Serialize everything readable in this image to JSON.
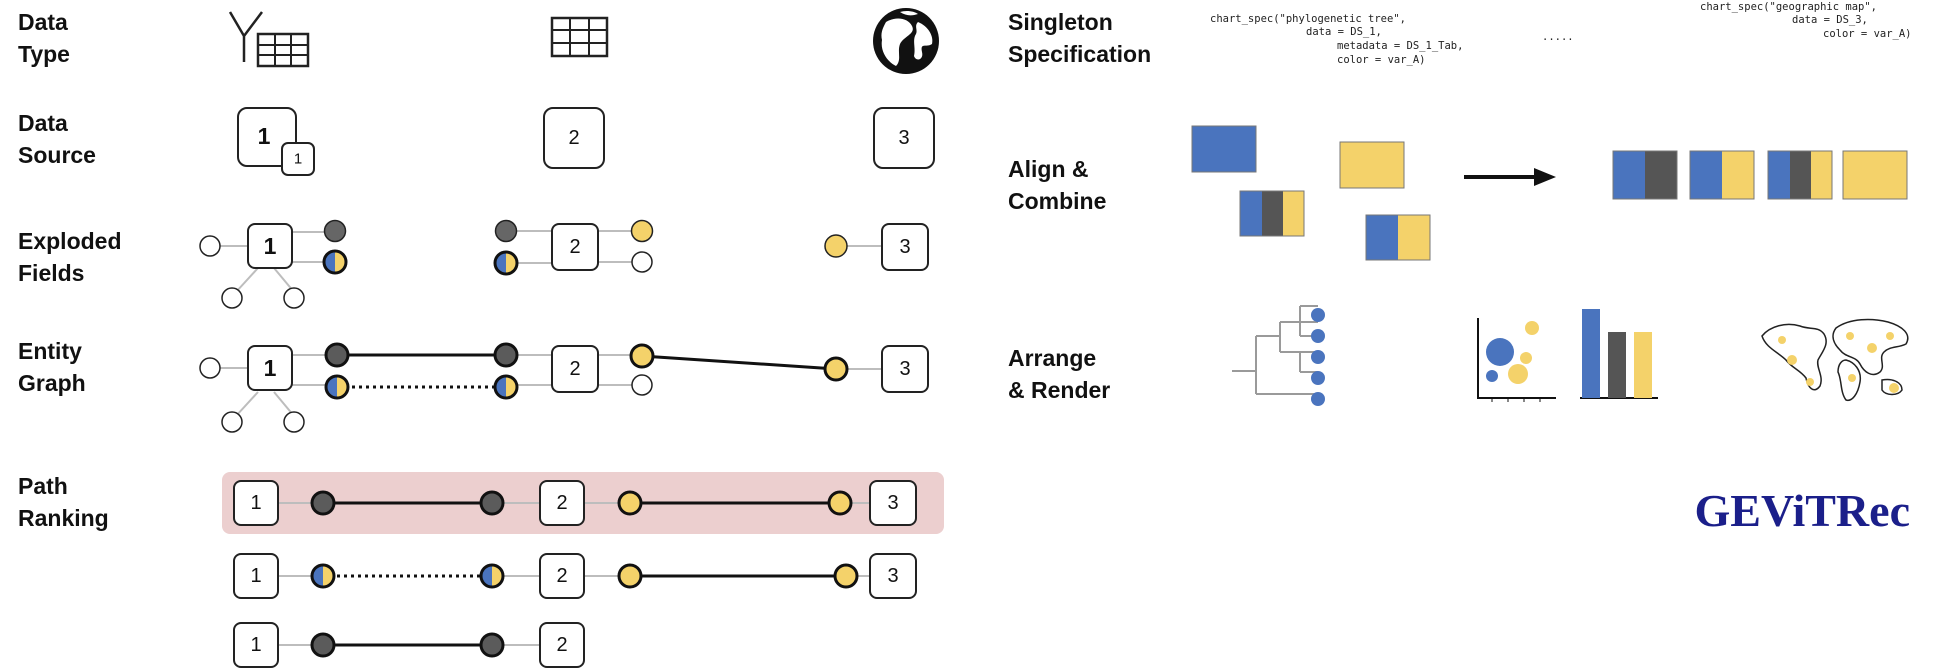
{
  "colors": {
    "blue": "#4a74be",
    "gray": "#555555",
    "yellow": "#f4d26a",
    "highlight": "#eccfcf",
    "brand": "#1b1f8a"
  },
  "left_rows": [
    {
      "line1": "Data",
      "line2": "Type"
    },
    {
      "line1": "Data",
      "line2": "Source"
    },
    {
      "line1": "Exploded",
      "line2": "Fields"
    },
    {
      "line1": "Entity",
      "line2": "Graph"
    },
    {
      "line1": "Path",
      "line2": "Ranking"
    }
  ],
  "data_types": [
    "tree-table-icon",
    "table-icon",
    "globe-icon"
  ],
  "sources": [
    "1",
    "2",
    "3"
  ],
  "sub_source": "1",
  "right_rows": [
    {
      "line1": "Singleton",
      "line2": "Specification"
    },
    {
      "line1": "Align &",
      "line2": "Combine"
    },
    {
      "line1": "Arrange",
      "line2": "& Render"
    }
  ],
  "spec_code_1": [
    "chart_spec(\"phylogenetic tree\",",
    "data = DS_1,",
    "metadata = DS_1_Tab,",
    "color = var_A)"
  ],
  "spec_ellipsis": ".....",
  "spec_code_2": [
    "chart_spec(\"geographic map\",",
    "data = DS_3,",
    "color = var_A)"
  ],
  "brand": "GEVITRec",
  "brand_display": "GEViTRec"
}
